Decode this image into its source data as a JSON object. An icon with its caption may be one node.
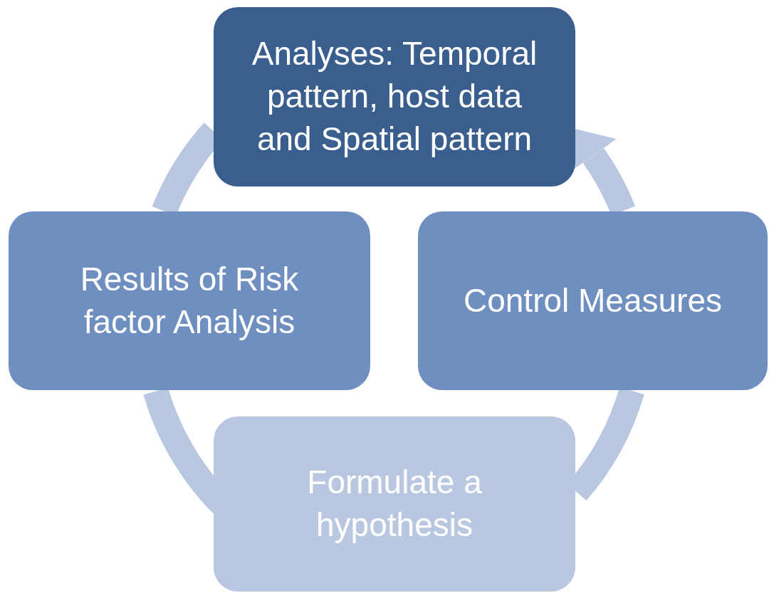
{
  "diagram": {
    "nodes": [
      {
        "text": [
          "Analyses: Temporal pattern, host data and Spatial pattern"
        ]
      },
      {
        "text": [
          "Results of Risk factor Analysis"
        ]
      },
      {
        "text": [
          "Control Measures"
        ]
      },
      {
        "text": [
          "Formulate a hypothesis"
        ]
      }
    ],
    "edges": [
      {
        "from": 0,
        "to": 1,
        "arrow": "none"
      },
      {
        "from": 1,
        "to": 3,
        "arrow": "none"
      },
      {
        "from": 3,
        "to": 2,
        "arrow": "none"
      },
      {
        "from": 2,
        "to": 0,
        "arrow": "to"
      }
    ]
  }
}
